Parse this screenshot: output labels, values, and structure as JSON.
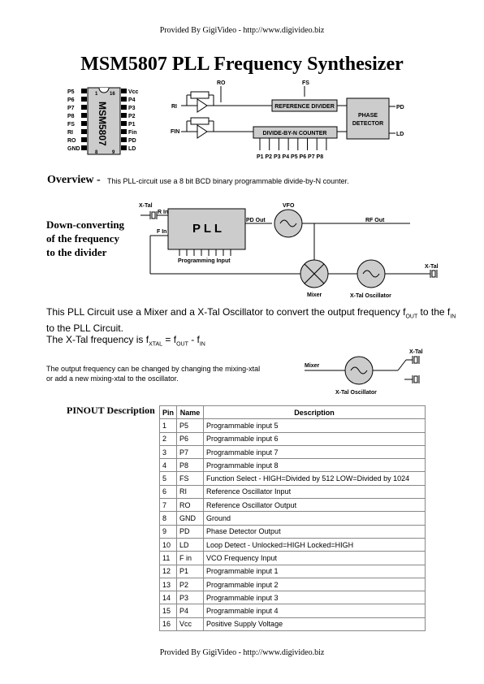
{
  "header": "Provided By GigiVideo - http://www.digivideo.biz",
  "footer": "Provided By GigiVideo - http://www.digivideo.biz",
  "title": "MSM5807 PLL Frequency Synthesizer",
  "chip": {
    "name": "MSM5807",
    "left_pins": [
      "P5",
      "P6",
      "P7",
      "P8",
      "FS",
      "RI",
      "RO",
      "GND"
    ],
    "right_pins": [
      "Vcc",
      "P4",
      "P3",
      "P2",
      "P1",
      "Fin",
      "PD",
      "LD"
    ],
    "pin1": "1",
    "pin16": "16",
    "pin8": "8",
    "pin9": "9"
  },
  "block": {
    "ro": "RO",
    "fs": "FS",
    "ri": "RI",
    "fin": "FIN",
    "ref_div": "REFERENCE DIVIDER",
    "div_n": "DIVIDE-BY-N COUNTER",
    "phase1": "PHASE",
    "phase2": "DETECTOR",
    "pd": "PD",
    "ld": "LD",
    "p_inputs": "P1 P2 P3 P4 P5 P6 P7 P8"
  },
  "overview": {
    "heading": "Overview -",
    "text": "This PLL-circuit use a 8 bit BCD binary programmable divide-by-N counter."
  },
  "downconv": {
    "line1": "Down-converting",
    "line2": "of the frequency",
    "line3": "to the divider"
  },
  "diagram2": {
    "xtal": "X-Tal",
    "rin": "R In",
    "fin": "F In",
    "pll": "P L L",
    "prog": "Programming Input",
    "pdout": "PD Out",
    "vfo": "VFO",
    "rfout": "RF Out",
    "mixer": "Mixer",
    "osc": "X-Tal Oscillator",
    "xtal2": "X-Tal"
  },
  "para1": {
    "l1a": "This PLL Circuit use a Mixer and a X-Tal Oscillator to convert the output frequency f",
    "l1sub1": "OUT",
    "l1b": " to the f",
    "l1sub2": "IN",
    "l2": "to the PLL Circuit.",
    "l3a": "The X-Tal frequency is f",
    "l3sub1": "XTAL",
    "l3b": " = f",
    "l3sub2": "OUT",
    "l3c": " - f",
    "l3sub3": "IN"
  },
  "para2": {
    "line1": "The output frequency can be changed by changing the mixing-xtal",
    "line2": "or add a new mixing-xtal to the oscillator."
  },
  "diagram3": {
    "mixer": "Mixer",
    "xtal": "X-Tal",
    "osc": "X-Tal Oscillator"
  },
  "pinout": {
    "heading": "PINOUT Description",
    "columns": [
      "Pin",
      "Name",
      "Description"
    ],
    "rows": [
      [
        "1",
        "P5",
        "Programmable input 5"
      ],
      [
        "2",
        "P6",
        "Programmable input 6"
      ],
      [
        "3",
        "P7",
        "Programmable input 7"
      ],
      [
        "4",
        "P8",
        "Programmable input 8"
      ],
      [
        "5",
        "FS",
        "Function Select - HIGH=Divided by 512 LOW=Divided by 1024"
      ],
      [
        "6",
        "RI",
        "Reference Oscillator Input"
      ],
      [
        "7",
        "RO",
        "Reference Oscillator Output"
      ],
      [
        "8",
        "GND",
        "Ground"
      ],
      [
        "9",
        "PD",
        "Phase Detector Output"
      ],
      [
        "10",
        "LD",
        "Loop Detect - Unlocked=HIGH Locked=HIGH"
      ],
      [
        "11",
        "F in",
        "VCO Frequency Input"
      ],
      [
        "12",
        "P1",
        "Programmable input 1"
      ],
      [
        "13",
        "P2",
        "Programmable input 2"
      ],
      [
        "14",
        "P3",
        "Programmable input 3"
      ],
      [
        "15",
        "P4",
        "Programmable input 4"
      ],
      [
        "16",
        "Vcc",
        "Positive Supply Voltage"
      ]
    ]
  }
}
